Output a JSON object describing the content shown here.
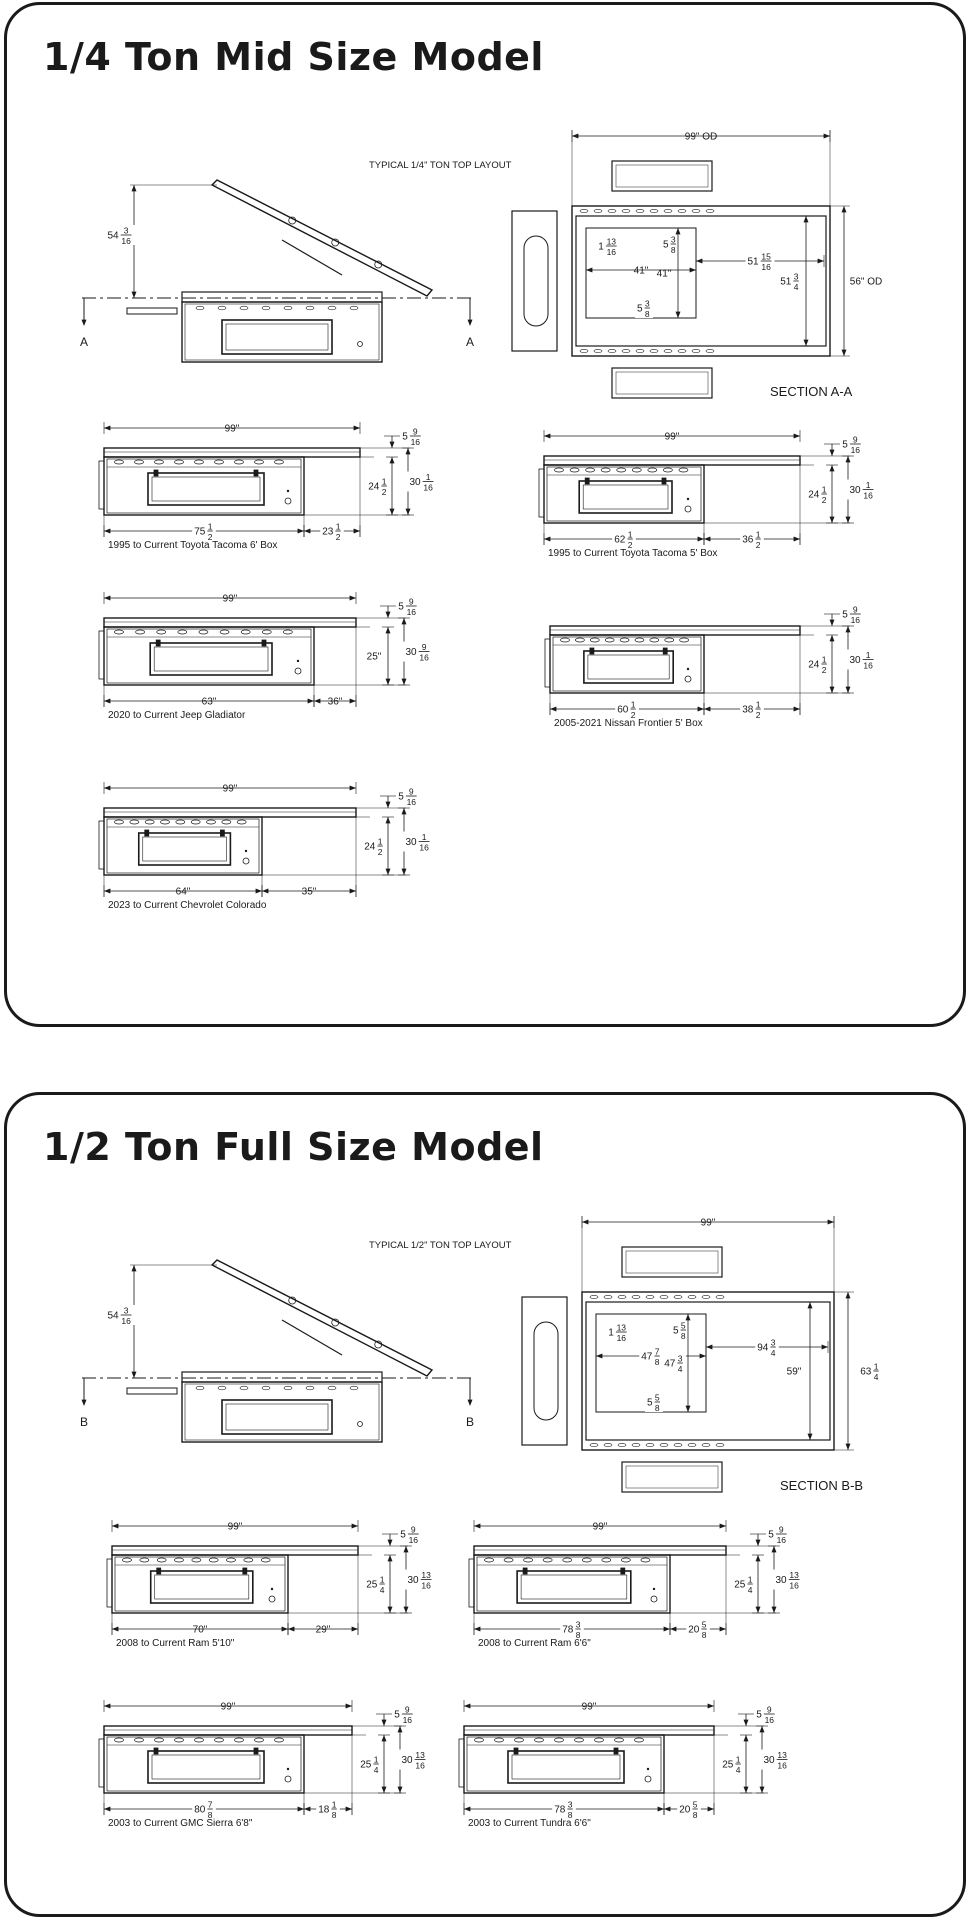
{
  "panels": [
    {
      "title": "1/4 Ton Mid Size Model",
      "top_layout_label": "TYPICAL 1/4\" TON TOP LAYOUT",
      "section_label": "SECTION A-A",
      "section_marker": "A",
      "lid_dim": {
        "w": "54",
        "n": "3",
        "d": "16"
      },
      "plan_dims": [
        {
          "id": "od_w",
          "text": "99\" OD"
        },
        {
          "id": "od_h",
          "text": "56\" OD"
        },
        {
          "id": "d1",
          "w": "51",
          "n": "15",
          "d": "16"
        },
        {
          "id": "d2",
          "w": "51",
          "n": "3",
          "d": "4"
        },
        {
          "id": "d3",
          "w": "1",
          "n": "13",
          "d": "16"
        },
        {
          "id": "d4",
          "w": "5",
          "n": "3",
          "d": "8"
        },
        {
          "id": "d5",
          "text": "41\""
        },
        {
          "id": "d6",
          "text": "41\""
        },
        {
          "id": "d7",
          "w": "5",
          "n": "3",
          "d": "8"
        }
      ],
      "views": [
        {
          "caption": "1995 to Current Toyota Tacoma 6' Box",
          "top": "99\"",
          "rail": {
            "w": "5",
            "n": "9",
            "d": "16"
          },
          "h1": {
            "w": "24",
            "n": "1",
            "d": "2"
          },
          "h2": {
            "w": "30",
            "n": "1",
            "d": "16"
          },
          "b1": {
            "w": "75",
            "n": "1",
            "d": "2"
          },
          "b2": {
            "w": "23",
            "n": "1",
            "d": "2"
          }
        },
        {
          "caption": "1995 to Current Toyota Tacoma 5' Box",
          "top": "99\"",
          "rail": {
            "w": "5",
            "n": "9",
            "d": "16"
          },
          "h1": {
            "w": "24",
            "n": "1",
            "d": "2"
          },
          "h2": {
            "w": "30",
            "n": "1",
            "d": "16"
          },
          "b1": {
            "w": "62",
            "n": "1",
            "d": "2"
          },
          "b2": {
            "w": "36",
            "n": "1",
            "d": "2"
          }
        },
        {
          "caption": "2020 to Current Jeep Gladiator",
          "top": "99\"",
          "rail": {
            "w": "5",
            "n": "9",
            "d": "16"
          },
          "h1": {
            "text": "25\""
          },
          "h2": {
            "w": "30",
            "n": "9",
            "d": "16"
          },
          "b1": {
            "text": "63\""
          },
          "b2": {
            "text": "36\""
          }
        },
        {
          "caption": "2005-2021 Nissan Frontier 5' Box",
          "top": "",
          "rail": {
            "w": "5",
            "n": "9",
            "d": "16"
          },
          "h1": {
            "w": "24",
            "n": "1",
            "d": "2"
          },
          "h2": {
            "w": "30",
            "n": "1",
            "d": "16"
          },
          "b1": {
            "w": "60",
            "n": "1",
            "d": "2"
          },
          "b2": {
            "w": "38",
            "n": "1",
            "d": "2"
          }
        },
        {
          "caption": "2023 to Current Chevrolet Colorado",
          "top": "99\"",
          "rail": {
            "w": "5",
            "n": "9",
            "d": "16"
          },
          "h1": {
            "w": "24",
            "n": "1",
            "d": "2"
          },
          "h2": {
            "w": "30",
            "n": "1",
            "d": "16"
          },
          "b1": {
            "text": "64\""
          },
          "b2": {
            "text": "35\""
          }
        }
      ]
    },
    {
      "title": "1/2 Ton Full Size Model",
      "top_layout_label": "TYPICAL 1/2\" TON TOP LAYOUT",
      "section_label": "SECTION B-B",
      "section_marker": "B",
      "lid_dim": {
        "w": "54",
        "n": "3",
        "d": "16"
      },
      "plan_dims": [
        {
          "id": "od_w",
          "text": "99\""
        },
        {
          "id": "od_h",
          "w": "63",
          "n": "1",
          "d": "4"
        },
        {
          "id": "d1",
          "w": "94",
          "n": "3",
          "d": "4"
        },
        {
          "id": "d2",
          "text": "59\""
        },
        {
          "id": "d3",
          "w": "1",
          "n": "13",
          "d": "16"
        },
        {
          "id": "d4",
          "w": "5",
          "n": "5",
          "d": "8"
        },
        {
          "id": "d5",
          "w": "47",
          "n": "7",
          "d": "8"
        },
        {
          "id": "d6",
          "w": "47",
          "n": "3",
          "d": "4"
        },
        {
          "id": "d7",
          "w": "5",
          "n": "5",
          "d": "8"
        }
      ],
      "views": [
        {
          "caption": "2008 to Current Ram 5'10\"",
          "top": "99\"",
          "rail": {
            "w": "5",
            "n": "9",
            "d": "16"
          },
          "h1": {
            "w": "25",
            "n": "1",
            "d": "4"
          },
          "h2": {
            "w": "30",
            "n": "13",
            "d": "16"
          },
          "b1": {
            "text": "70\""
          },
          "b2": {
            "text": "29\""
          }
        },
        {
          "caption": "2008 to Current Ram 6'6\"",
          "top": "99\"",
          "rail": {
            "w": "5",
            "n": "9",
            "d": "16"
          },
          "h1": {
            "w": "25",
            "n": "1",
            "d": "4"
          },
          "h2": {
            "w": "30",
            "n": "13",
            "d": "16"
          },
          "b1": {
            "w": "78",
            "n": "3",
            "d": "8"
          },
          "b2": {
            "w": "20",
            "n": "5",
            "d": "8"
          }
        },
        {
          "caption": "2003 to Current GMC Sierra 6'8\"",
          "top": "99\"",
          "rail": {
            "w": "5",
            "n": "9",
            "d": "16"
          },
          "h1": {
            "w": "25",
            "n": "1",
            "d": "4"
          },
          "h2": {
            "w": "30",
            "n": "13",
            "d": "16"
          },
          "b1": {
            "w": "80",
            "n": "7",
            "d": "8"
          },
          "b2": {
            "w": "18",
            "n": "1",
            "d": "8"
          }
        },
        {
          "caption": "2003 to Current Tundra 6'6\"",
          "top": "99\"",
          "rail": {
            "w": "5",
            "n": "9",
            "d": "16"
          },
          "h1": {
            "w": "25",
            "n": "1",
            "d": "4"
          },
          "h2": {
            "w": "30",
            "n": "13",
            "d": "16"
          },
          "b1": {
            "w": "78",
            "n": "3",
            "d": "8"
          },
          "b2": {
            "w": "20",
            "n": "5",
            "d": "8"
          }
        }
      ]
    }
  ]
}
